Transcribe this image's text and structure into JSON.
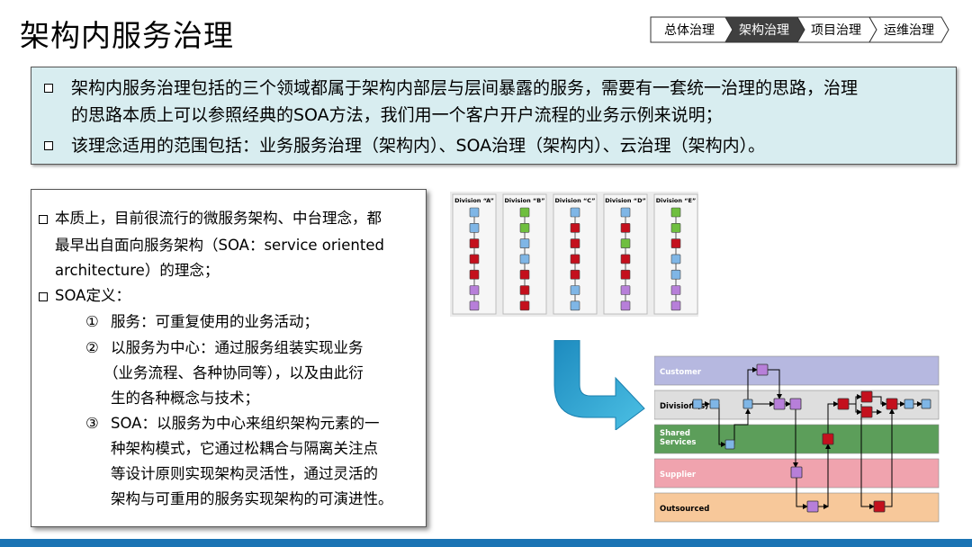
{
  "page": {
    "title": "架构内服务治理",
    "breadcrumb": [
      "总体治理",
      "架构治理",
      "项目治理",
      "运维治理"
    ],
    "active_breadcrumb": 1
  },
  "info": {
    "line1": "架构内服务治理包括的三个领域都属于架构内部层与层间暴露的服务，需要有一套统一治理的思路，治理",
    "line2": "的思路本质上可以参照经典的SOA方法，我们用一个客户开户流程的业务示例来说明；",
    "line3": "该理念适用的范围包括：业务服务治理（架构内）、SOA治理（架构内）、云治理（架构内）。"
  },
  "definition": {
    "p1_l1": "本质上，目前很流行的微服务架构、中台理念，都",
    "p1_l2": "最早出自面向服务架构（SOA：service oriented",
    "p1_l3": "architecture）的理念；",
    "p2": "SOA定义：",
    "i1_num": "①",
    "i1": "服务：可重复使用的业务活动；",
    "i2_num": "②",
    "i2_l1": "以服务为中心：通过服务组装实现业务",
    "i2_l2": "（业务流程、各种协同等），以及由此衍",
    "i2_l3": "生的各种概念与技术；",
    "i3_num": "③",
    "i3_l1": "SOA：以服务为中心来组织架构元素的一",
    "i3_l2": "种架构模式，它通过松耦合与隔离关注点",
    "i3_l3": "等设计原则实现架构灵活性，通过灵活的",
    "i3_l4": "架构与可重用的服务实现架构的可演进性。"
  },
  "divisions": {
    "labels": [
      "Division “A”",
      "Division “B”",
      "Division “C”",
      "Division “D”",
      "Division “E”"
    ],
    "columns": [
      [
        "blue",
        "blue",
        "red",
        "red",
        "red",
        "purple",
        "purple"
      ],
      [
        "green",
        "green",
        "blue",
        "blue",
        "red",
        "red",
        "red"
      ],
      [
        "blue",
        "red",
        "red",
        "red",
        "red",
        "blue",
        "blue"
      ],
      [
        "blue",
        "red",
        "green",
        "red",
        "red",
        "purple",
        "purple"
      ],
      [
        "green",
        "green",
        "red",
        "blue",
        "blue",
        "purple",
        "purple"
      ]
    ]
  },
  "lanes": [
    {
      "label": "Customer",
      "color": "#b6b8e0",
      "text_color": "#ffffff"
    },
    {
      "label": "Division (s)",
      "color": "#dedede",
      "text_color": "#000000"
    },
    {
      "label": "Shared Services",
      "color": "#5c9e5a",
      "text_color": "#ffffff"
    },
    {
      "label": "Supplier",
      "color": "#f0a3ae",
      "text_color": "#ffffff"
    },
    {
      "label": "Outsourced",
      "color": "#f7c89a",
      "text_color": "#000000"
    }
  ],
  "colors": {
    "blue": "#7fb6e6",
    "green": "#6fbf3f",
    "red": "#c4101d",
    "purple": "#b77fd9",
    "accent_blue": "#1b74b4",
    "arrow": "#33a4cf",
    "info_bg": "#d8edf0"
  }
}
